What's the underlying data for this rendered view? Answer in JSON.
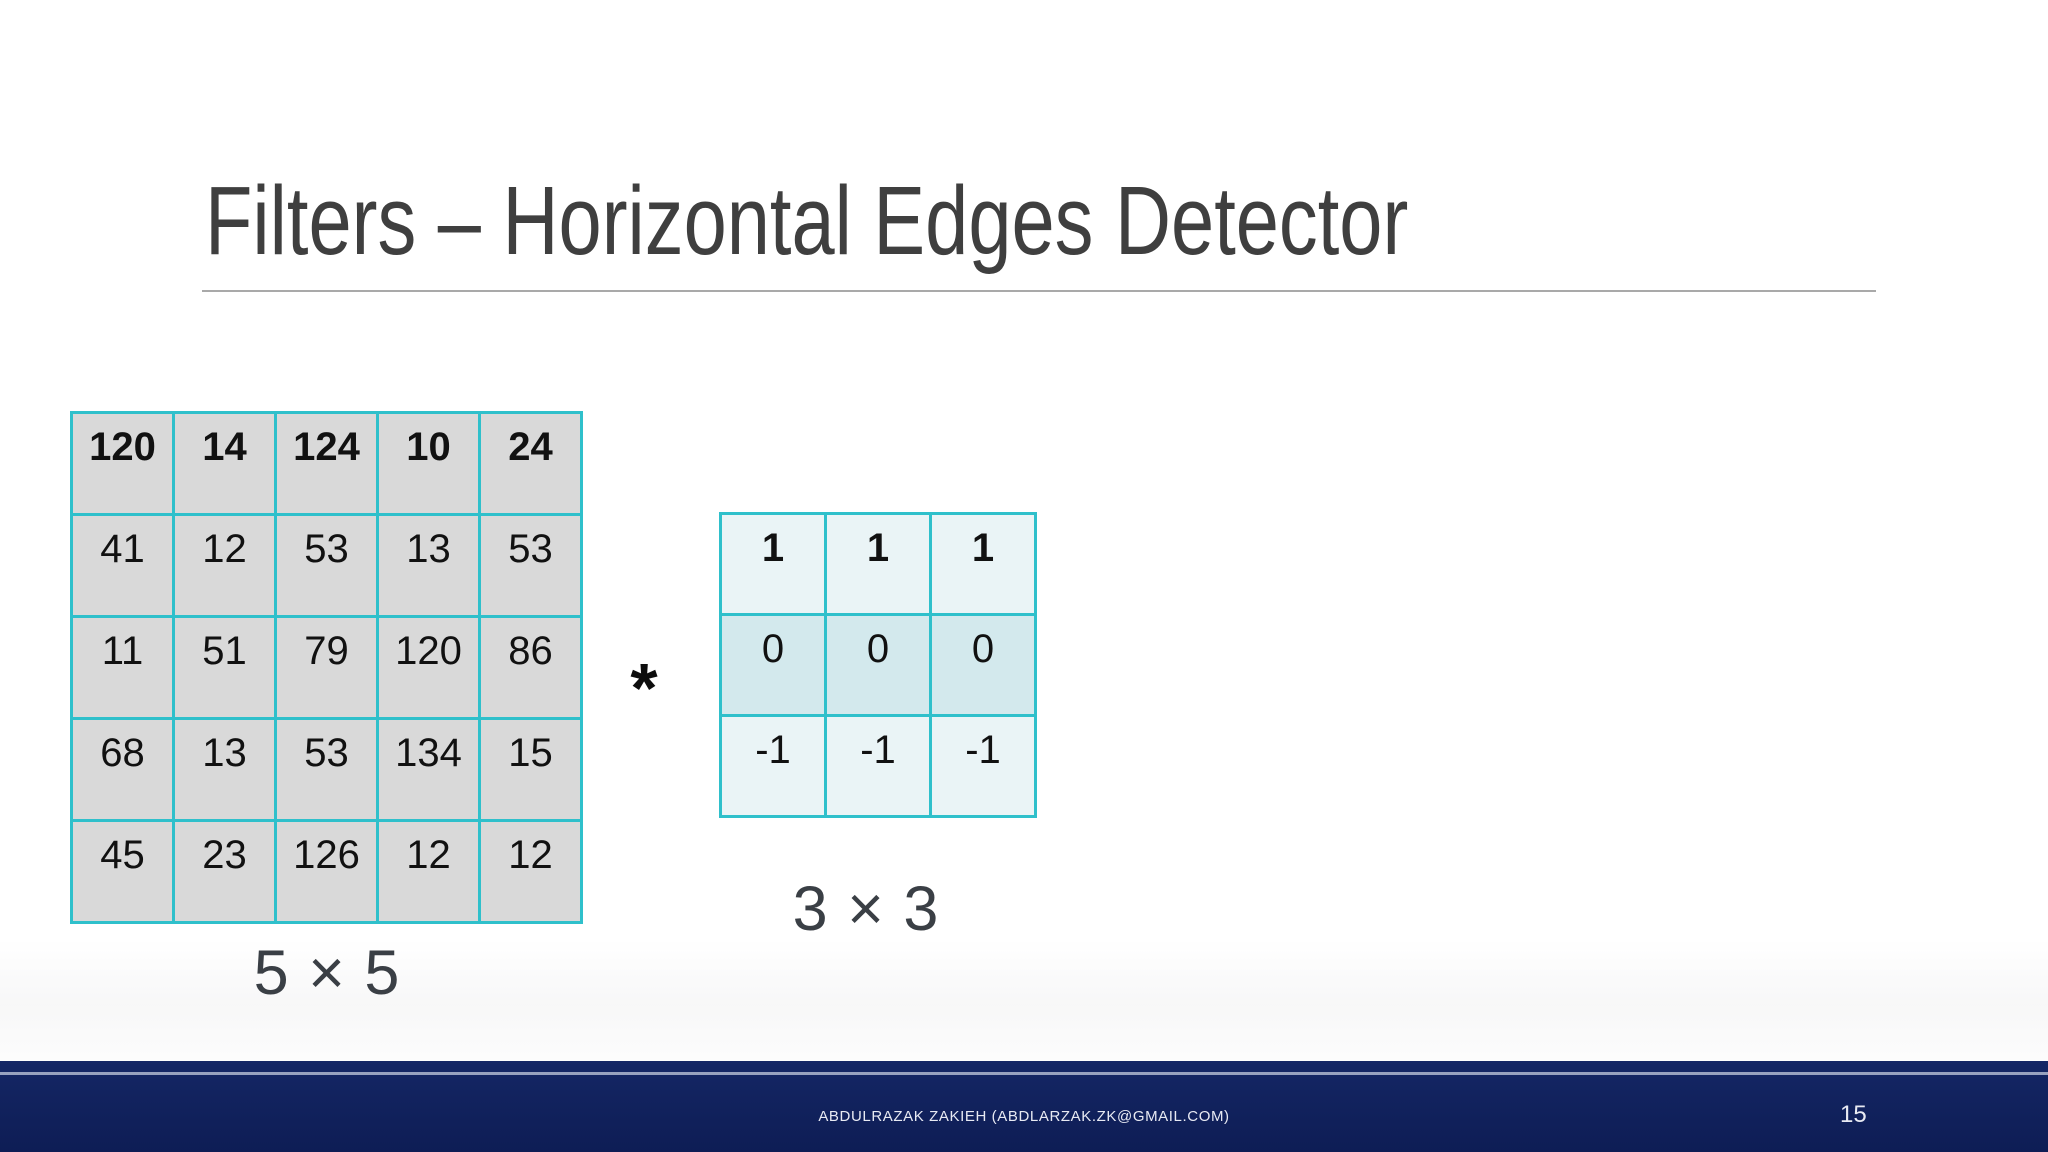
{
  "title": "Filters – Horizontal Edges Detector",
  "operator": "*",
  "matrix_5x5": {
    "label": "5 × 5",
    "rows": [
      [
        "120",
        "14",
        "124",
        "10",
        "24"
      ],
      [
        "41",
        "12",
        "53",
        "13",
        "53"
      ],
      [
        "11",
        "51",
        "79",
        "120",
        "86"
      ],
      [
        "68",
        "13",
        "53",
        "134",
        "15"
      ],
      [
        "45",
        "23",
        "126",
        "12",
        "12"
      ]
    ]
  },
  "kernel_3x3": {
    "label": "3 × 3",
    "rows": [
      [
        "1",
        "1",
        "1"
      ],
      [
        "0",
        "0",
        "0"
      ],
      [
        "-1",
        "-1",
        "-1"
      ]
    ]
  },
  "footer": {
    "attribution": "ABDULRAZAK ZAKIEH (ABDLARZAK.ZK@GMAIL.COM)",
    "page_number": "15"
  },
  "colors": {
    "title_text": "#3f3f3f",
    "title_rule": "#a9a9a9",
    "matrix_border": "#2fc0cb",
    "matrix_cell_bg": "#d9d9d9",
    "kernel_row_light_bg": "#eaf4f6",
    "kernel_row_mid_bg": "#d3e9ed",
    "cell_text": "#111111",
    "label_text": "#3a3f45",
    "footer_bg": "#12235f",
    "footer_divider": "#98a2bf",
    "footer_text": "#e8eaf3"
  }
}
